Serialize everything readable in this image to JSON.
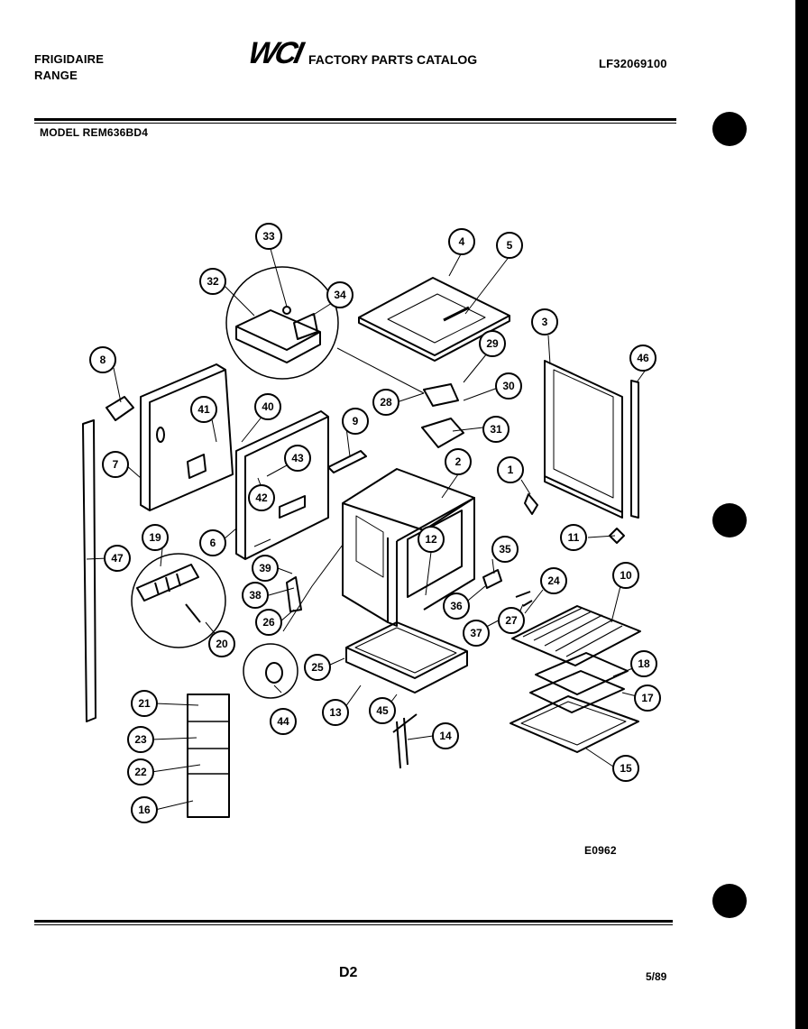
{
  "header": {
    "brand_line1": "FRIGIDAIRE",
    "brand_line2": "RANGE",
    "logo_text": "WCI",
    "catalog_title": "FACTORY PARTS CATALOG",
    "catalog_number": "LF32069100",
    "model": "MODEL REM636BD4"
  },
  "callouts": [
    "33",
    "4",
    "5",
    "32",
    "34",
    "3",
    "46",
    "8",
    "29",
    "28",
    "30",
    "41",
    "40",
    "9",
    "31",
    "7",
    "43",
    "2",
    "1",
    "42",
    "6",
    "11",
    "19",
    "47",
    "12",
    "35",
    "39",
    "10",
    "24",
    "38",
    "36",
    "27",
    "26",
    "37",
    "20",
    "25",
    "18",
    "44",
    "21",
    "13",
    "45",
    "17",
    "23",
    "14",
    "22",
    "15",
    "16"
  ],
  "footer": {
    "diagram_code": "E0962",
    "page": "D2",
    "date": "5/89"
  },
  "colors": {
    "ink": "#000000",
    "paper": "#ffffff"
  }
}
